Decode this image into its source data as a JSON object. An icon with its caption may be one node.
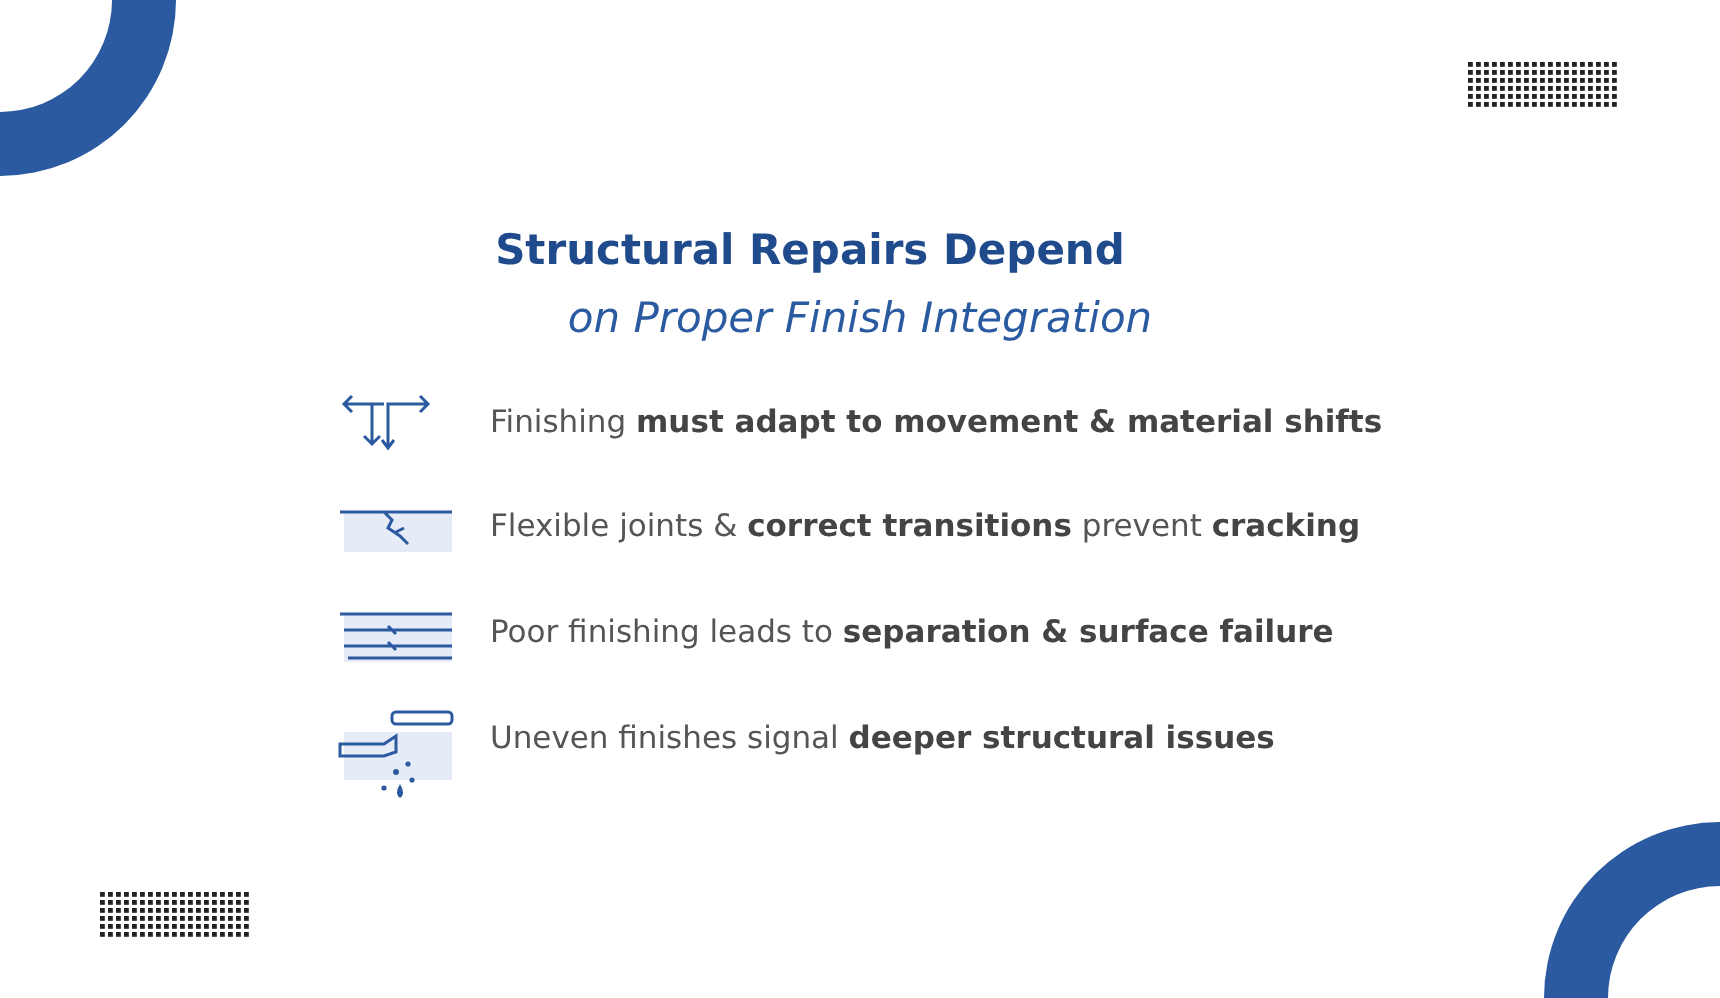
{
  "diagram": {
    "title": "**Structural Repairs Depend** *on Proper Finish Integration*",
    "labels": [
      "Finishing **must adapt to movement & material shifts**",
      "Flexible joints & **correct transitions** prevent **cracking**",
      "Poor finishing leads to **separation & surface failure**",
      "Uneven finishes signal **deeper structural issues**"
    ]
  }
}
